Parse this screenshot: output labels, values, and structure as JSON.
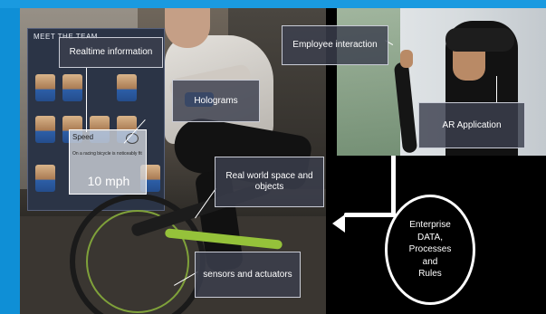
{
  "header": {
    "partial_text": ""
  },
  "team_board": {
    "title": "MEET THE TEAM"
  },
  "labels": {
    "realtime": "Realtime information",
    "holograms": "Holograms",
    "real_world": "Real world space and objects",
    "sensors": "sensors and actuators",
    "employee": "Employee interaction",
    "ar_app": "AR Application"
  },
  "speed_card": {
    "title": "Speed",
    "description": "On a racing bicycle is noticeably fit",
    "value": "10 mph"
  },
  "enterprise": {
    "line1": "Enterprise",
    "line2": "DATA,",
    "line3": "Processes",
    "line4": "and",
    "line5": "Rules"
  },
  "colors": {
    "background": "#0f8fd6",
    "label_bg": "#3c404e",
    "line": "#ffffff"
  }
}
